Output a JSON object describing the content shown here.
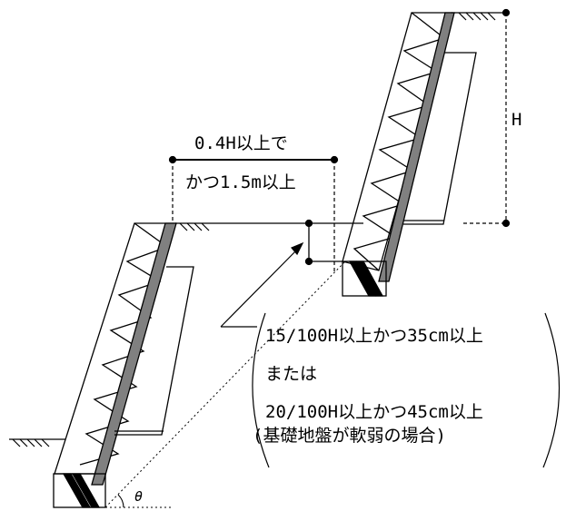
{
  "labels": {
    "height": "H",
    "offset_line1": "0.4H以上で",
    "offset_line2": "かつ1.5m以上",
    "embed_line1": "15/100H以上かつ35cm以上",
    "embed_line2": "または",
    "embed_line3": "20/100H以上かつ45cm以上",
    "embed_line4": "(基礎地盤が軟弱の場合)",
    "angle": "θ"
  },
  "colors": {
    "line": "#000000",
    "wall_fill": "#808080",
    "background": "#ffffff"
  }
}
